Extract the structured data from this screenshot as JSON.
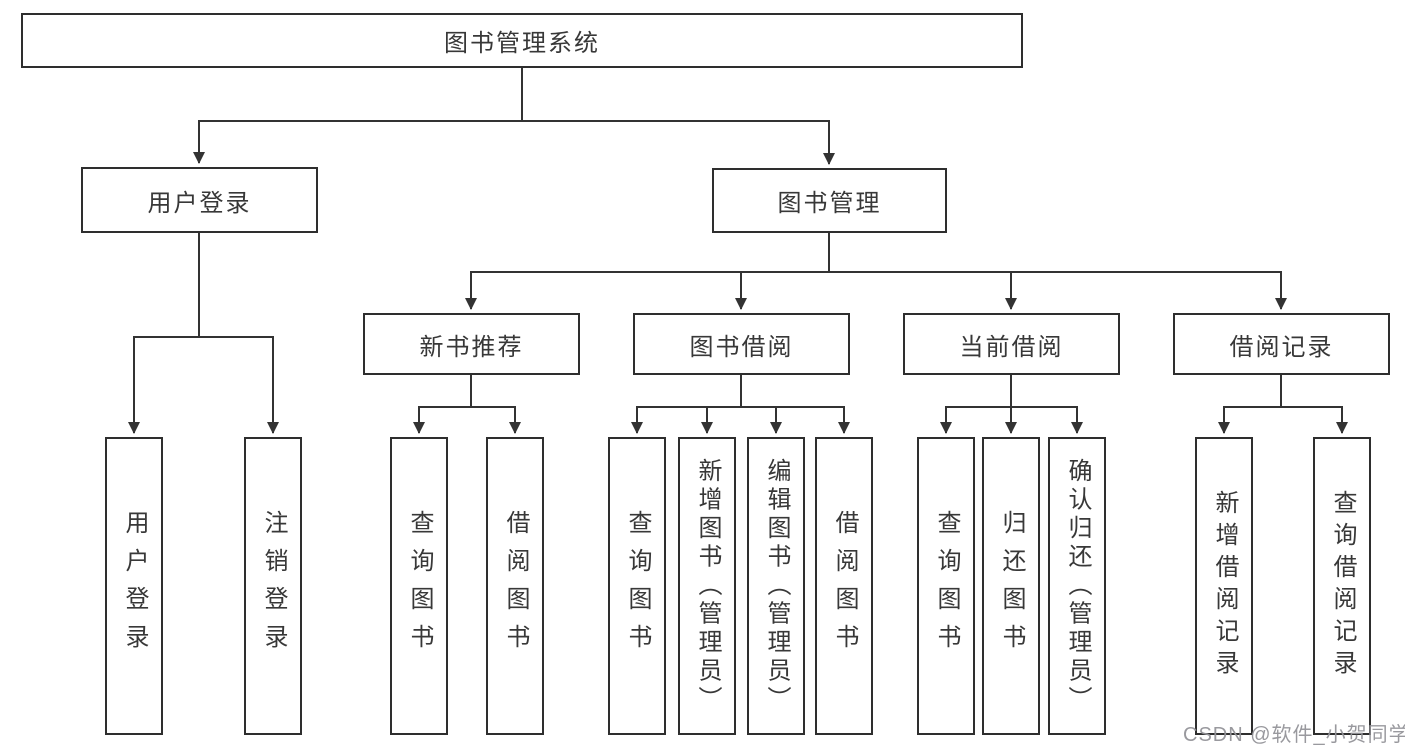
{
  "tree": {
    "root": {
      "label": "图书管理系统"
    },
    "branches": {
      "user": {
        "label": "用户登录",
        "children": [
          {
            "label": "用户登录"
          },
          {
            "label": "注销登录"
          }
        ]
      },
      "books": {
        "label": "图书管理",
        "groups": [
          {
            "label": "新书推荐",
            "children": [
              {
                "label": "查询图书"
              },
              {
                "label": "借阅图书"
              }
            ]
          },
          {
            "label": "图书借阅",
            "children": [
              {
                "label": "查询图书"
              },
              {
                "label": "新增图书（管理员）"
              },
              {
                "label": "编辑图书（管理员）"
              },
              {
                "label": "借阅图书"
              }
            ]
          },
          {
            "label": "当前借阅",
            "children": [
              {
                "label": "查询图书"
              },
              {
                "label": "归还图书"
              },
              {
                "label": "确认归还（管理员）"
              }
            ]
          },
          {
            "label": "借阅记录",
            "children": [
              {
                "label": "新增借阅记录"
              },
              {
                "label": "查询借阅记录"
              }
            ]
          }
        ]
      }
    }
  },
  "watermark": {
    "text": "CSDN @软件_小贺同学"
  },
  "colors": {
    "line": "#333333",
    "box_border": "#2e2e2e",
    "text": "#383838",
    "watermark": "#949499",
    "background": "#ffffff"
  }
}
